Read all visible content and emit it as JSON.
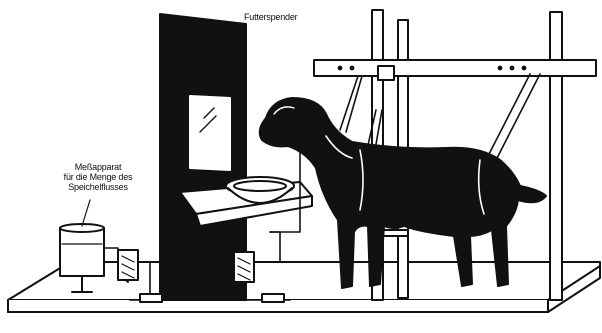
{
  "labels": {
    "feeder": "Futterspender",
    "meter_line1": "Meßapparat",
    "meter_line2": "für die Menge des",
    "meter_line3": "Speichelflusses"
  },
  "colors": {
    "ink": "#111111",
    "paper": "#ffffff"
  }
}
